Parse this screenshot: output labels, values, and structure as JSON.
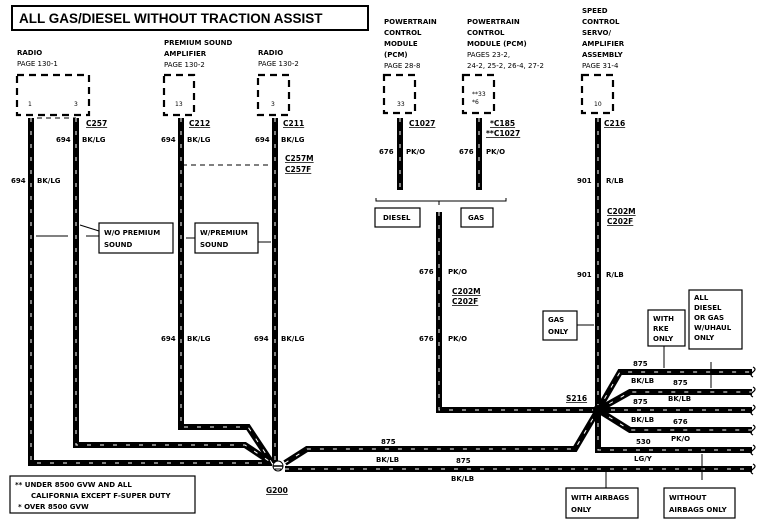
{
  "title": "ALL GAS/DIESEL WITHOUT TRACTION ASSIST",
  "components": [
    {
      "id": "radio-1",
      "lines": [
        "RADIO"
      ],
      "page": "PAGE 130-1",
      "pins": [
        "1",
        "3"
      ],
      "connector": "C257"
    },
    {
      "id": "amplifier",
      "lines": [
        "PREMIUM SOUND",
        "AMPLIFIER"
      ],
      "page": "PAGE 130-2",
      "pins": [
        "13"
      ],
      "connector": "C212"
    },
    {
      "id": "radio-2",
      "lines": [
        "RADIO"
      ],
      "page": "PAGE 130-2",
      "pins": [
        "3"
      ],
      "connector": "C211"
    },
    {
      "id": "pcm-diesel",
      "lines": [
        "POWERTRAIN",
        "CONTROL",
        "MODULE",
        "(PCM)"
      ],
      "page": "PAGE 28-8",
      "pins": [
        "33"
      ],
      "connector": "C1027"
    },
    {
      "id": "pcm-gas",
      "lines": [
        "POWERTRAIN",
        "CONTROL",
        "MODULE (PCM)"
      ],
      "page": "PAGES 23-2,",
      "page2": "24-2, 25-2, 26-4, 27-2",
      "pins": [
        "**33",
        "*6"
      ],
      "connector": "*C185",
      "connector2": "**C1027"
    },
    {
      "id": "speed-control",
      "lines": [
        "SPEED",
        "CONTROL",
        "SERVO/",
        "AMPLIFIER",
        "ASSEMBLY"
      ],
      "page": "PAGE 31-4",
      "pins": [
        "10"
      ],
      "connector": "C216"
    }
  ],
  "connectors": {
    "c257m": "C257M",
    "c257f": "C257F",
    "c202m": "C202M",
    "c202f": "C202F",
    "s216": "S216",
    "g200": "G200"
  },
  "wires": {
    "w694": {
      "circuit": "694",
      "color": "BK/LG"
    },
    "w676": {
      "circuit": "676",
      "color": "PK/O"
    },
    "w901": {
      "circuit": "901",
      "color": "R/LB"
    },
    "w875": {
      "circuit": "875",
      "color": "BK/LB"
    },
    "w530": {
      "circuit": "530",
      "color": "LG/Y"
    }
  },
  "notes": {
    "wo_premium": [
      "W/O PREMIUM",
      "SOUND"
    ],
    "w_premium": [
      "W/PREMIUM",
      "SOUND"
    ],
    "diesel": "DIESEL",
    "gas": "GAS",
    "gas_only": [
      "GAS",
      "ONLY"
    ],
    "with_rke": [
      "WITH",
      "RKE",
      "ONLY"
    ],
    "all_diesel": [
      "ALL",
      "DIESEL",
      "OR GAS",
      "W/UHAUL",
      "ONLY"
    ],
    "with_airbags": [
      "WITH AIRBAGS",
      "ONLY"
    ],
    "without_airbags": [
      "WITHOUT",
      "AIRBAGS ONLY"
    ]
  },
  "legend": {
    "line1": "** UNDER 8500 GVW AND ALL",
    "line2": "CALIFORNIA EXCEPT F-SUPER DUTY",
    "line3": "* OVER 8500 GVW"
  }
}
